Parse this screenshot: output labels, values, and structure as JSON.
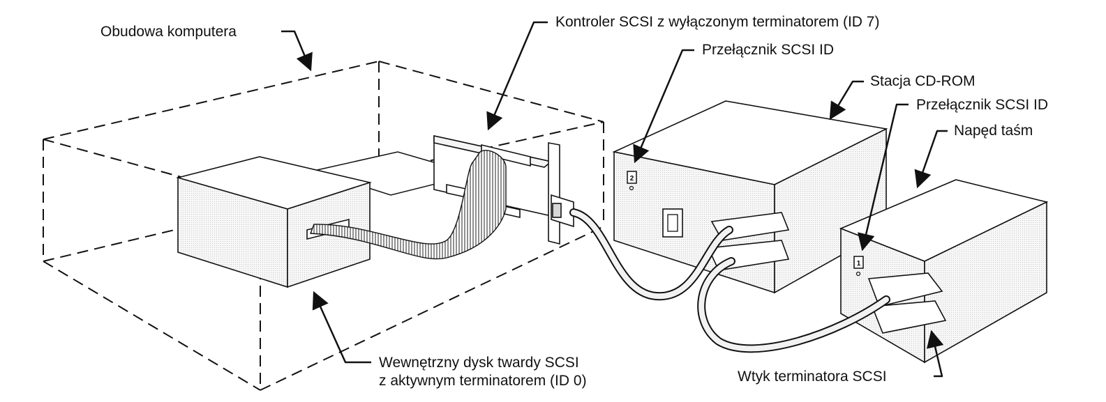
{
  "labels": {
    "case": "Obudowa komputera",
    "controller": "Kontroler SCSI z wyłączonym terminatorem (ID 7)",
    "switch_cdrom": "Przełącznik SCSI ID",
    "cdrom": "Stacja CD-ROM",
    "switch_tape": "Przełącznik SCSI ID",
    "tape": "Napęd taśm",
    "hdd_line1": "Wewnętrzny dysk twardy SCSI",
    "hdd_line2": "z aktywnym terminatorem (ID 0)",
    "terminator_plug": "Wtyk terminatora SCSI"
  },
  "id_switches": {
    "cdrom_id": "2",
    "tape_id": "1"
  }
}
